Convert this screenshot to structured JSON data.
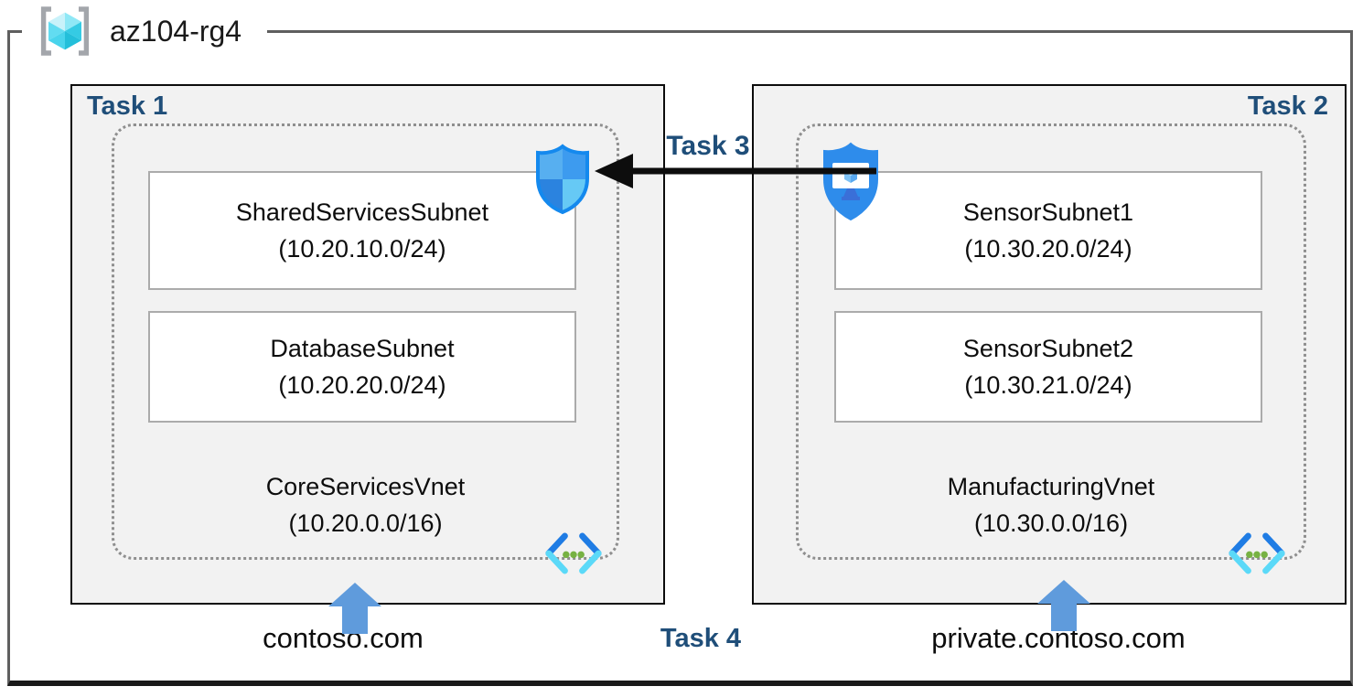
{
  "resource_group": {
    "name": "az104-rg4"
  },
  "labels": {
    "task1": "Task 1",
    "task2": "Task 2",
    "task3": "Task 3",
    "task4": "Task 4"
  },
  "core_services_vnet": {
    "subnets": [
      {
        "name": "SharedServicesSubnet",
        "cidr": "(10.20.10.0/24)"
      },
      {
        "name": "DatabaseSubnet",
        "cidr": "(10.20.20.0/24)"
      }
    ],
    "name": "CoreServicesVnet",
    "cidr": "(10.20.0.0/16)",
    "dns_zone": "contoso.com"
  },
  "manufacturing_vnet": {
    "subnets": [
      {
        "name": "SensorSubnet1",
        "cidr": "(10.30.20.0/24)"
      },
      {
        "name": "SensorSubnet2",
        "cidr": "(10.30.21.0/24)"
      }
    ],
    "name": "ManufacturingVnet",
    "cidr": "(10.30.0.0/16)",
    "dns_zone": "private.contoso.com"
  },
  "icons": {
    "resource_group": "resource-group-icon",
    "network_security_group": "network-security-group-icon",
    "application_security_group": "application-security-group-icon",
    "virtual_network": "virtual-network-icon",
    "up_arrow": "up-arrow-icon",
    "left_arrow": "left-arrow-connector"
  },
  "colors": {
    "task_label": "#1F4E79",
    "box_fill": "#F2F2F2",
    "box_border": "#0C0C0C",
    "dotted_border": "#8F8F8F",
    "blue_arrow": "#5F9BDC",
    "black_arrow": "#0D0D0D",
    "nsg_border_blue": "#1489EE",
    "asg_fill_blue": "#2E8CEB",
    "vnet_chevron_blue": "#1F7CE4",
    "vnet_chevron_cyan": "#5BD9F8",
    "vnet_dot_green": "#77B243",
    "rg_cube_cyan": "#49D4EC"
  }
}
